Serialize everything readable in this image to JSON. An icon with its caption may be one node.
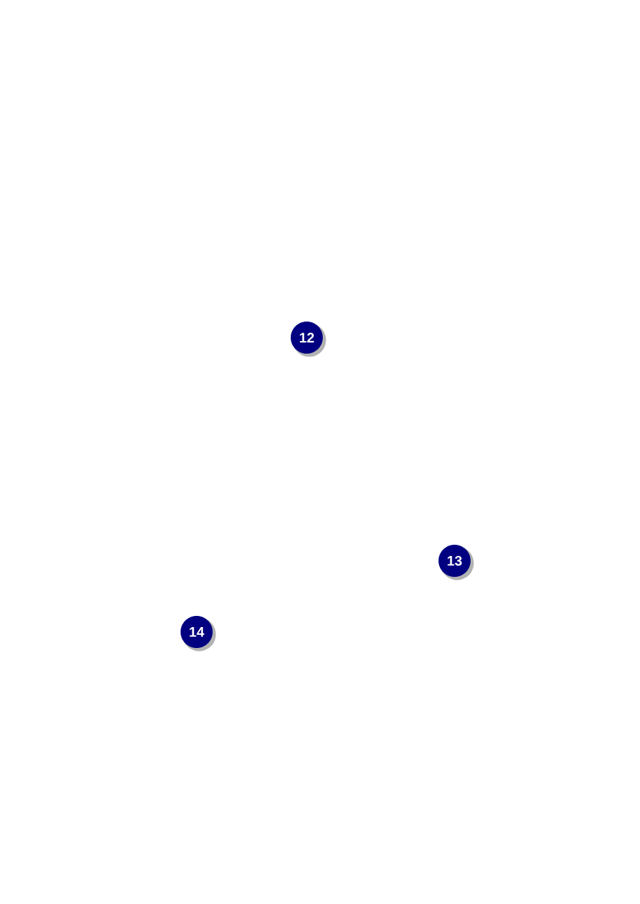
{
  "diagram": {
    "labels": [
      "12",
      "13",
      "14"
    ]
  }
}
